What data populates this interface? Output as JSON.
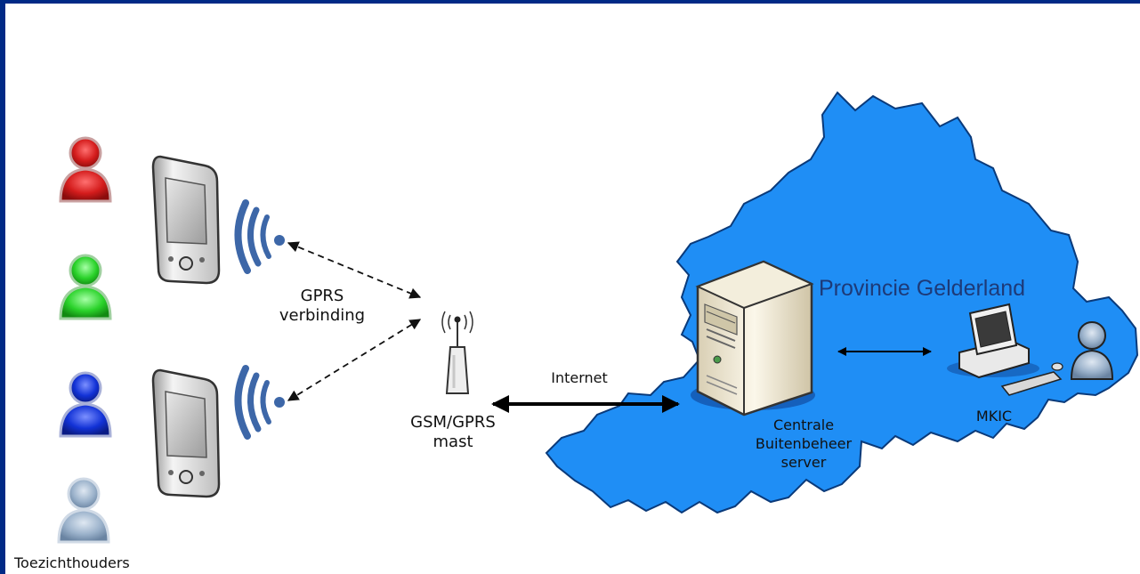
{
  "labels": {
    "gprs_link_line1": "GPRS",
    "gprs_link_line2": "verbinding",
    "mast_line1": "GSM/GPRS",
    "mast_line2": "mast",
    "internet": "Internet",
    "region": "Provincie Gelderland",
    "server_line1": "Centrale",
    "server_line2": "Buitenbeheer",
    "server_line3": "server",
    "mkic": "MKIC",
    "supervisors": "Toezichthouders"
  },
  "icons": {
    "supervisor_1": "person-icon",
    "supervisor_2": "person-icon",
    "supervisor_3": "person-icon",
    "supervisor_4": "person-icon",
    "pda": "pda-icon",
    "signal": "wireless-signal-icon",
    "antenna": "antenna-mast-icon",
    "server": "server-tower-icon",
    "workstation": "desktop-computer-icon",
    "operator": "person-icon"
  },
  "colors": {
    "frame": "#002a86",
    "map_fill": "#1f8ef5",
    "person_red": "#d8201f",
    "person_green": "#28d02a",
    "person_blue": "#1030d8",
    "person_grey": "#8fa8c4"
  }
}
